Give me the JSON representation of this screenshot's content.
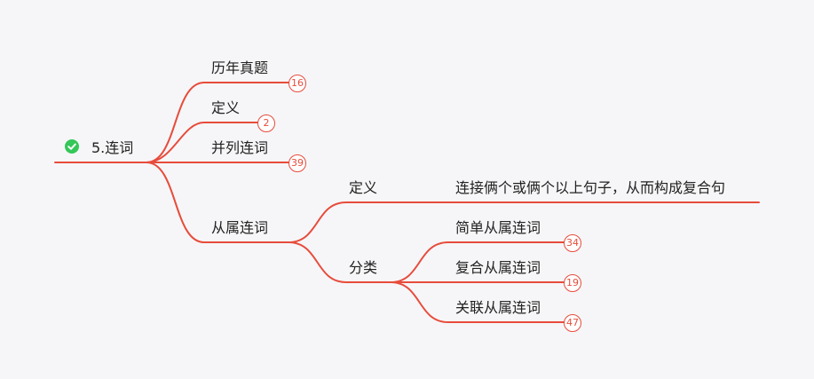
{
  "colors": {
    "branch": "#e74c3c",
    "check": "#34c759",
    "text": "#222222"
  },
  "root": {
    "label": "5.连词",
    "icon": "check-circle-icon"
  },
  "branches": [
    {
      "label": "历年真题",
      "count": "16"
    },
    {
      "label": "定义",
      "count": "2"
    },
    {
      "label": "并列连词",
      "count": "39"
    },
    {
      "label": "从属连词",
      "children": [
        {
          "label": "定义",
          "children": [
            {
              "label": "连接俩个或俩个以上句子，从而构成复合句"
            }
          ]
        },
        {
          "label": "分类",
          "children": [
            {
              "label": "简单从属连词",
              "count": "34"
            },
            {
              "label": "复合从属连词",
              "count": "19"
            },
            {
              "label": "关联从属连词",
              "count": "47"
            }
          ]
        }
      ]
    }
  ]
}
